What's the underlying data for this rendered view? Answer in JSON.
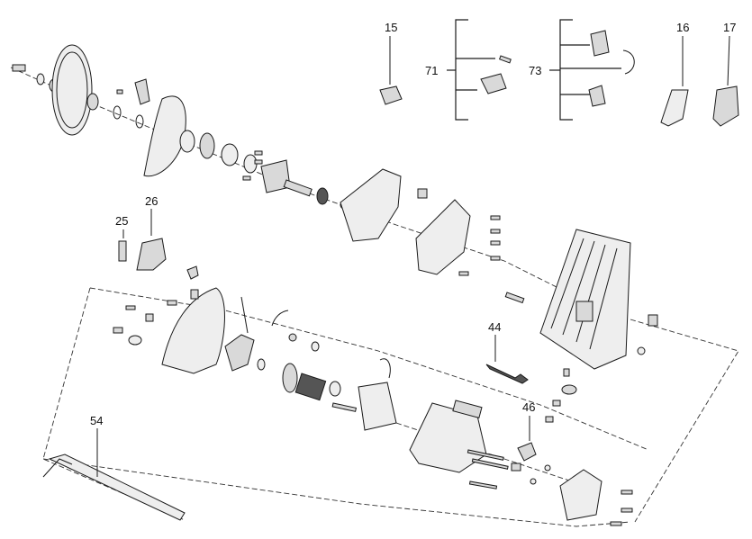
{
  "callouts": {
    "c15": "15",
    "c71": "71",
    "c73": "73",
    "c16": "16",
    "c17": "17",
    "c25": "25",
    "c26": "26",
    "c44": "44",
    "c46": "46",
    "c54": "54"
  },
  "colors": {
    "ink": "#1a1a1a",
    "part_fill": "#d9d9d9",
    "part_dark": "#555555",
    "background": "#ffffff"
  }
}
